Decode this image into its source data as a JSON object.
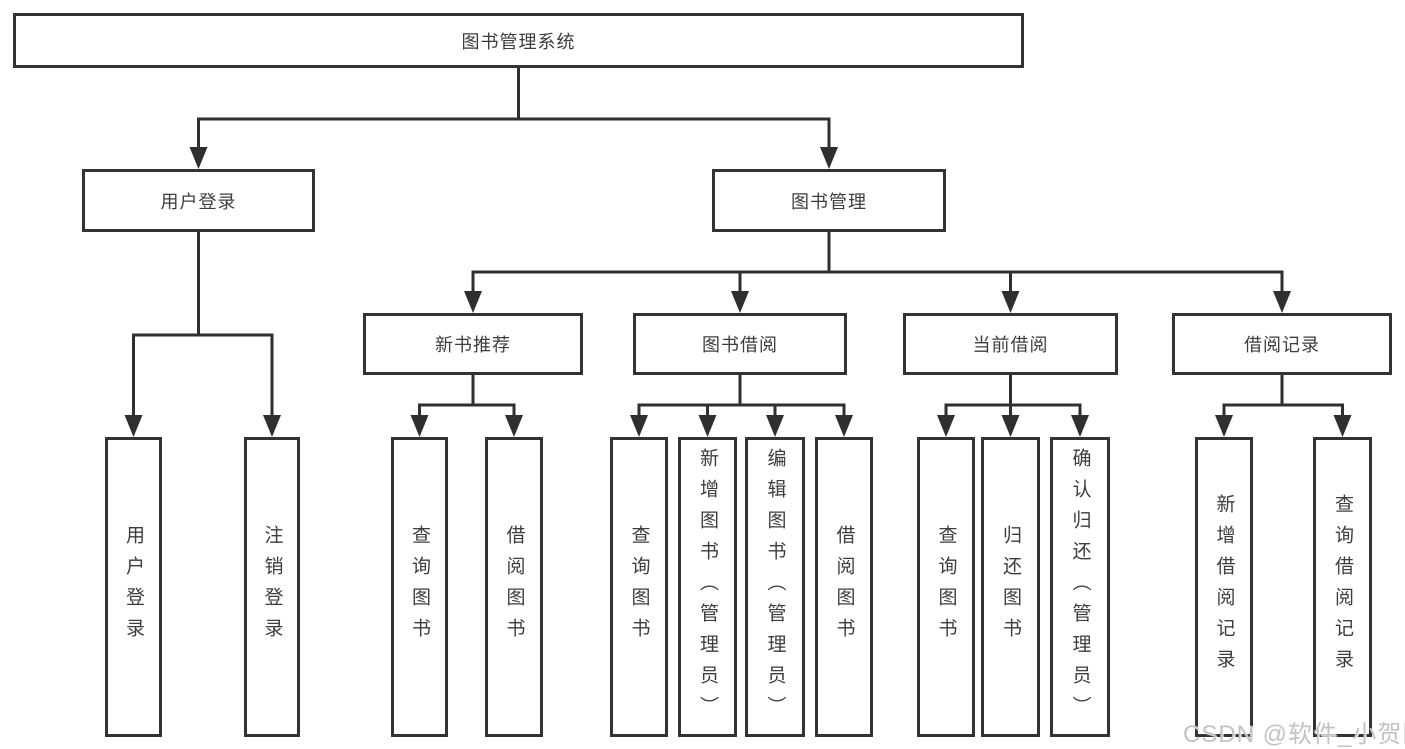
{
  "diagram": {
    "root": {
      "label": "图书管理系统",
      "children": [
        {
          "label": "用户登录",
          "children": [
            {
              "label": "用户登录"
            },
            {
              "label": "注销登录"
            }
          ]
        },
        {
          "label": "图书管理",
          "children": [
            {
              "label": "新书推荐",
              "children": [
                {
                  "label": "查询图书"
                },
                {
                  "label": "借阅图书"
                }
              ]
            },
            {
              "label": "图书借阅",
              "children": [
                {
                  "label": "查询图书"
                },
                {
                  "label": "新增图书（管理员）"
                },
                {
                  "label": "编辑图书（管理员）"
                },
                {
                  "label": "借阅图书"
                }
              ]
            },
            {
              "label": "当前借阅",
              "children": [
                {
                  "label": "查询图书"
                },
                {
                  "label": "归还图书"
                },
                {
                  "label": "确认归还（管理员）"
                }
              ]
            },
            {
              "label": "借阅记录",
              "children": [
                {
                  "label": "新增借阅记录"
                },
                {
                  "label": "查询借阅记录"
                }
              ]
            }
          ]
        }
      ]
    }
  },
  "watermark": {
    "text": "CSDN @软件_小贺同学"
  },
  "colors": {
    "box_border": "#333333",
    "connector_line": "#2f2f2f",
    "text": "#3d3d3d",
    "watermark": "#c3c3c3",
    "background": "#ffffff"
  }
}
